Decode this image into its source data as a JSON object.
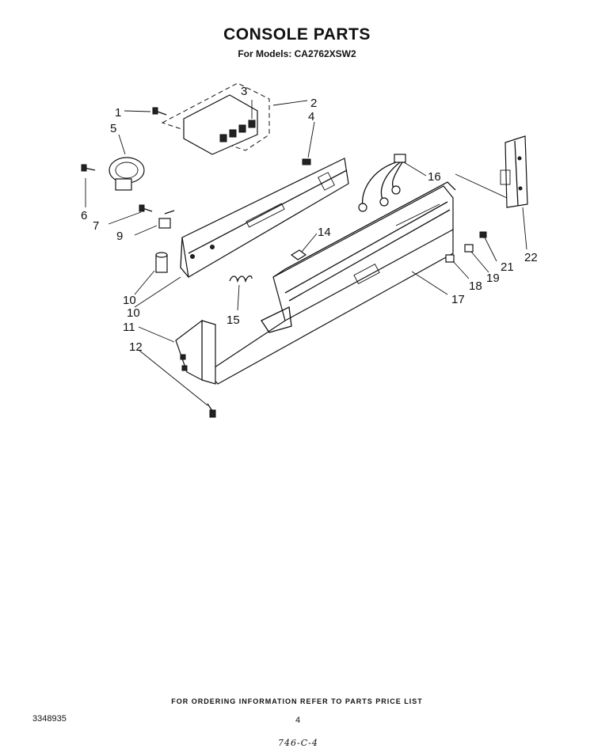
{
  "header": {
    "title": "CONSOLE PARTS",
    "subtitle": "For Models: CA2762XSW2"
  },
  "footer": {
    "ordering_note": "FOR ORDERING INFORMATION REFER TO PARTS PRICE LIST",
    "doc_number": "3348935",
    "page_number": "4",
    "handwritten_code": "746-C-4"
  },
  "callouts": [
    "1",
    "2",
    "3",
    "4",
    "5",
    "6",
    "7",
    "9",
    "10",
    "10",
    "11",
    "12",
    "14",
    "15",
    "16",
    "17",
    "18",
    "19",
    "21",
    "22"
  ]
}
